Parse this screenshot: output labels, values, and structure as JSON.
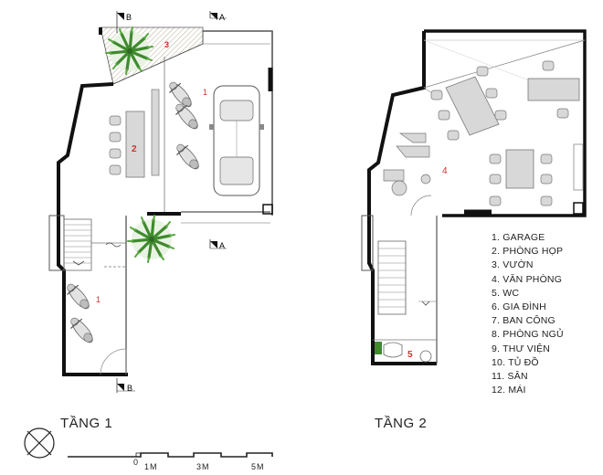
{
  "floors": [
    {
      "title": "TẦNG 1"
    },
    {
      "title": "TẦNG 2"
    }
  ],
  "room_numbers": {
    "f1_garage": "1",
    "f1_meeting": "2",
    "f1_garden": "3",
    "f1_lower_garage": "1",
    "f2_office": "4",
    "f2_wc": "5"
  },
  "section_marks": {
    "b_top": "B",
    "a_top": "A",
    "a_mid": "A",
    "b_bottom": "B"
  },
  "legend": [
    "1. GARAGE",
    "2. PHÒNG HỌP",
    "3. VƯỜN",
    "4. VĂN PHÒNG",
    "5. WC",
    "6. GIA ĐÌNH",
    "7. BAN CÔNG",
    "8. PHÒNG NGỦ",
    "9. THƯ VIỆN",
    "10. TỦ ĐỒ",
    "11. SÂN",
    "12. MÁI"
  ],
  "scale": {
    "labels": [
      "0",
      "1M",
      "3M",
      "5M"
    ]
  },
  "colors": {
    "wall": "#111111",
    "line": "#555555",
    "furniture_fill": "#d8d8d8",
    "garden_fill": "#d9d0bf",
    "tree": "#3f8a2e",
    "room_number": "#d0302a"
  }
}
